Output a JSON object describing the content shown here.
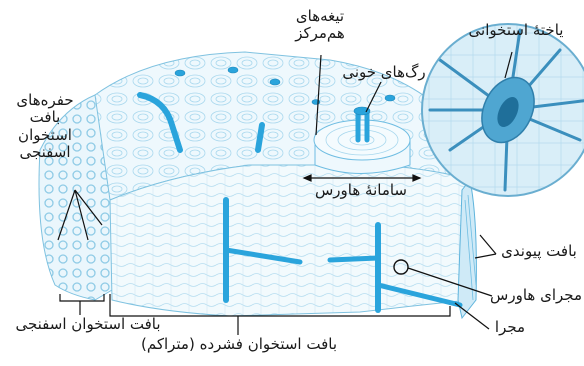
{
  "diagram": {
    "labels": {
      "concentric_lamellae": "تیغه‌های هم‌مرکز",
      "blood_vessels": "رگ‌های خونی",
      "bone_cell": "یاختهٔ استخوانی",
      "spongy_cavities": "حفره‌های بافت استخوان اسفنجی",
      "haversian_system": "سامانهٔ هاورس",
      "connective_tissue": "بافت پیوندی",
      "haversian_canal": "مجرای هاورس",
      "canal": "مجرا",
      "spongy_bone": "بافت استخوان اسفنجی",
      "compact_bone": "بافت استخوان فشرده (متراکم)"
    }
  }
}
